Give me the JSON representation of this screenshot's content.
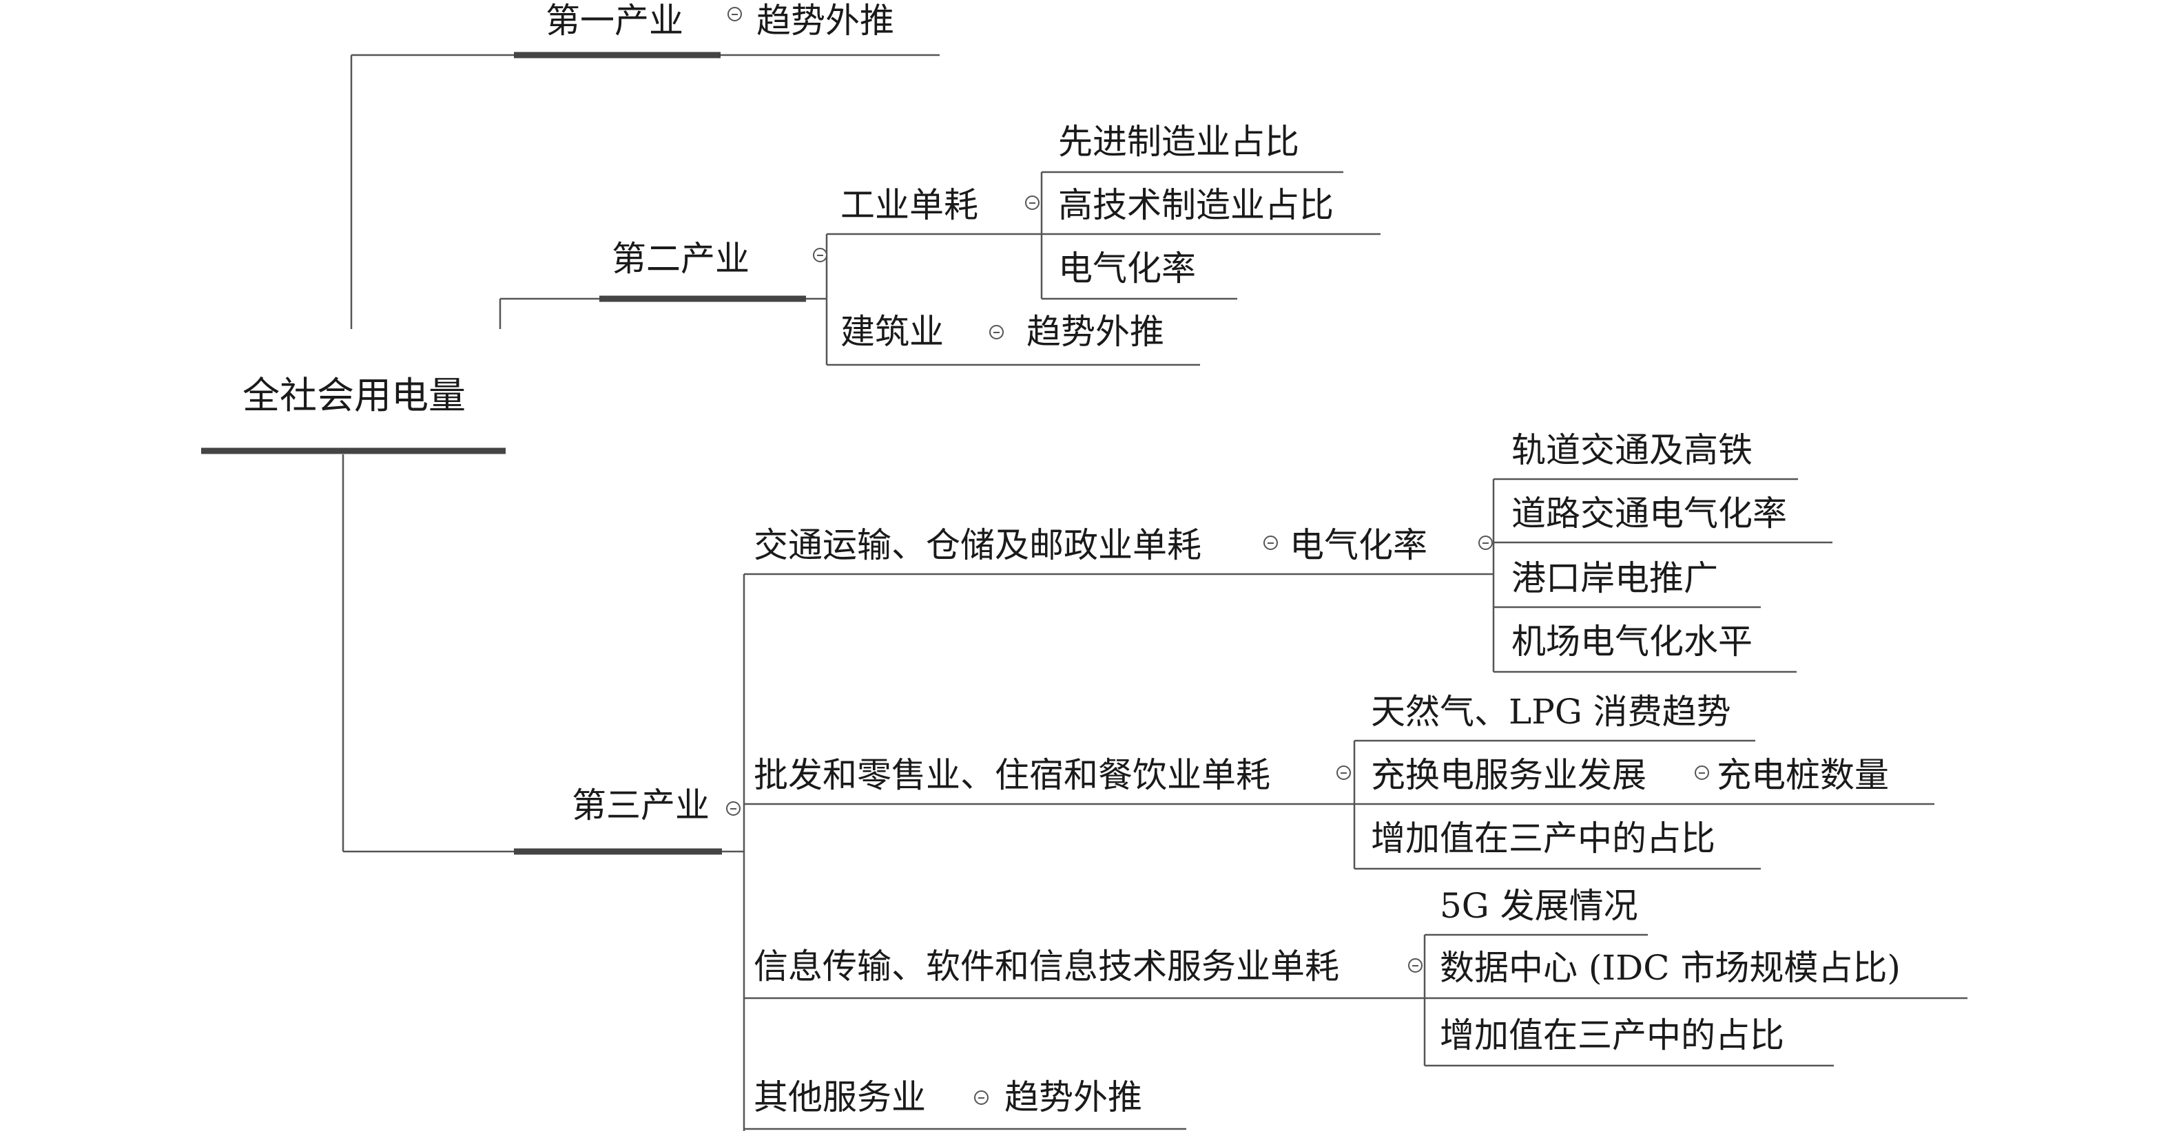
{
  "root": {
    "label": "全社会用电量"
  },
  "primary": {
    "label": "第一产业",
    "method": "趋势外推"
  },
  "secondary": {
    "label": "第二产业",
    "industry": {
      "label": "工业单耗",
      "items": [
        "先进制造业占比",
        "高技术制造业占比",
        "电气化率"
      ]
    },
    "construction": {
      "label": "建筑业",
      "method": "趋势外推"
    }
  },
  "tertiary": {
    "label": "第三产业",
    "transport": {
      "label": "交通运输、仓储及邮政业单耗",
      "sub": "电气化率",
      "items": [
        "轨道交通及高铁",
        "道路交通电气化率",
        "港口岸电推广",
        "机场电气化水平"
      ]
    },
    "retail": {
      "label": "批发和零售业、住宿和餐饮业单耗",
      "items": [
        "天然气、LPG 消费趋势",
        "充换电服务业发展",
        "增加值在三产中的占比"
      ],
      "charging_sub": "充电桩数量"
    },
    "it": {
      "label": "信息传输、软件和信息技术服务业单耗",
      "items": [
        "5G 发展情况",
        "数据中心 (IDC 市场规模占比)",
        "增加值在三产中的占比"
      ]
    },
    "other": {
      "label": "其他服务业",
      "method": "趋势外推"
    }
  },
  "colors": {
    "line": "#555555",
    "thick": "#444444",
    "text": "#1a1a1a"
  }
}
